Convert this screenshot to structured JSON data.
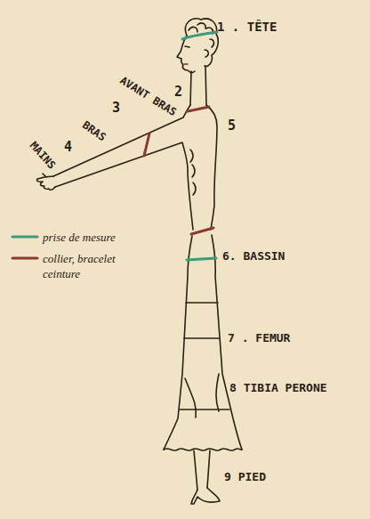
{
  "diagram": {
    "labels": [
      "1 . TÊTE",
      "AVANT BRAS",
      "2",
      "5",
      "BRAS",
      "3",
      "MAINS",
      "4",
      "6. BASSIN",
      "7 . FEMUR",
      "8 TIBIA PERONE",
      "9 PIED"
    ],
    "legend": [
      {
        "text": "prise de mesure"
      },
      {
        "text": "collier, bracelet ceinture"
      }
    ]
  }
}
